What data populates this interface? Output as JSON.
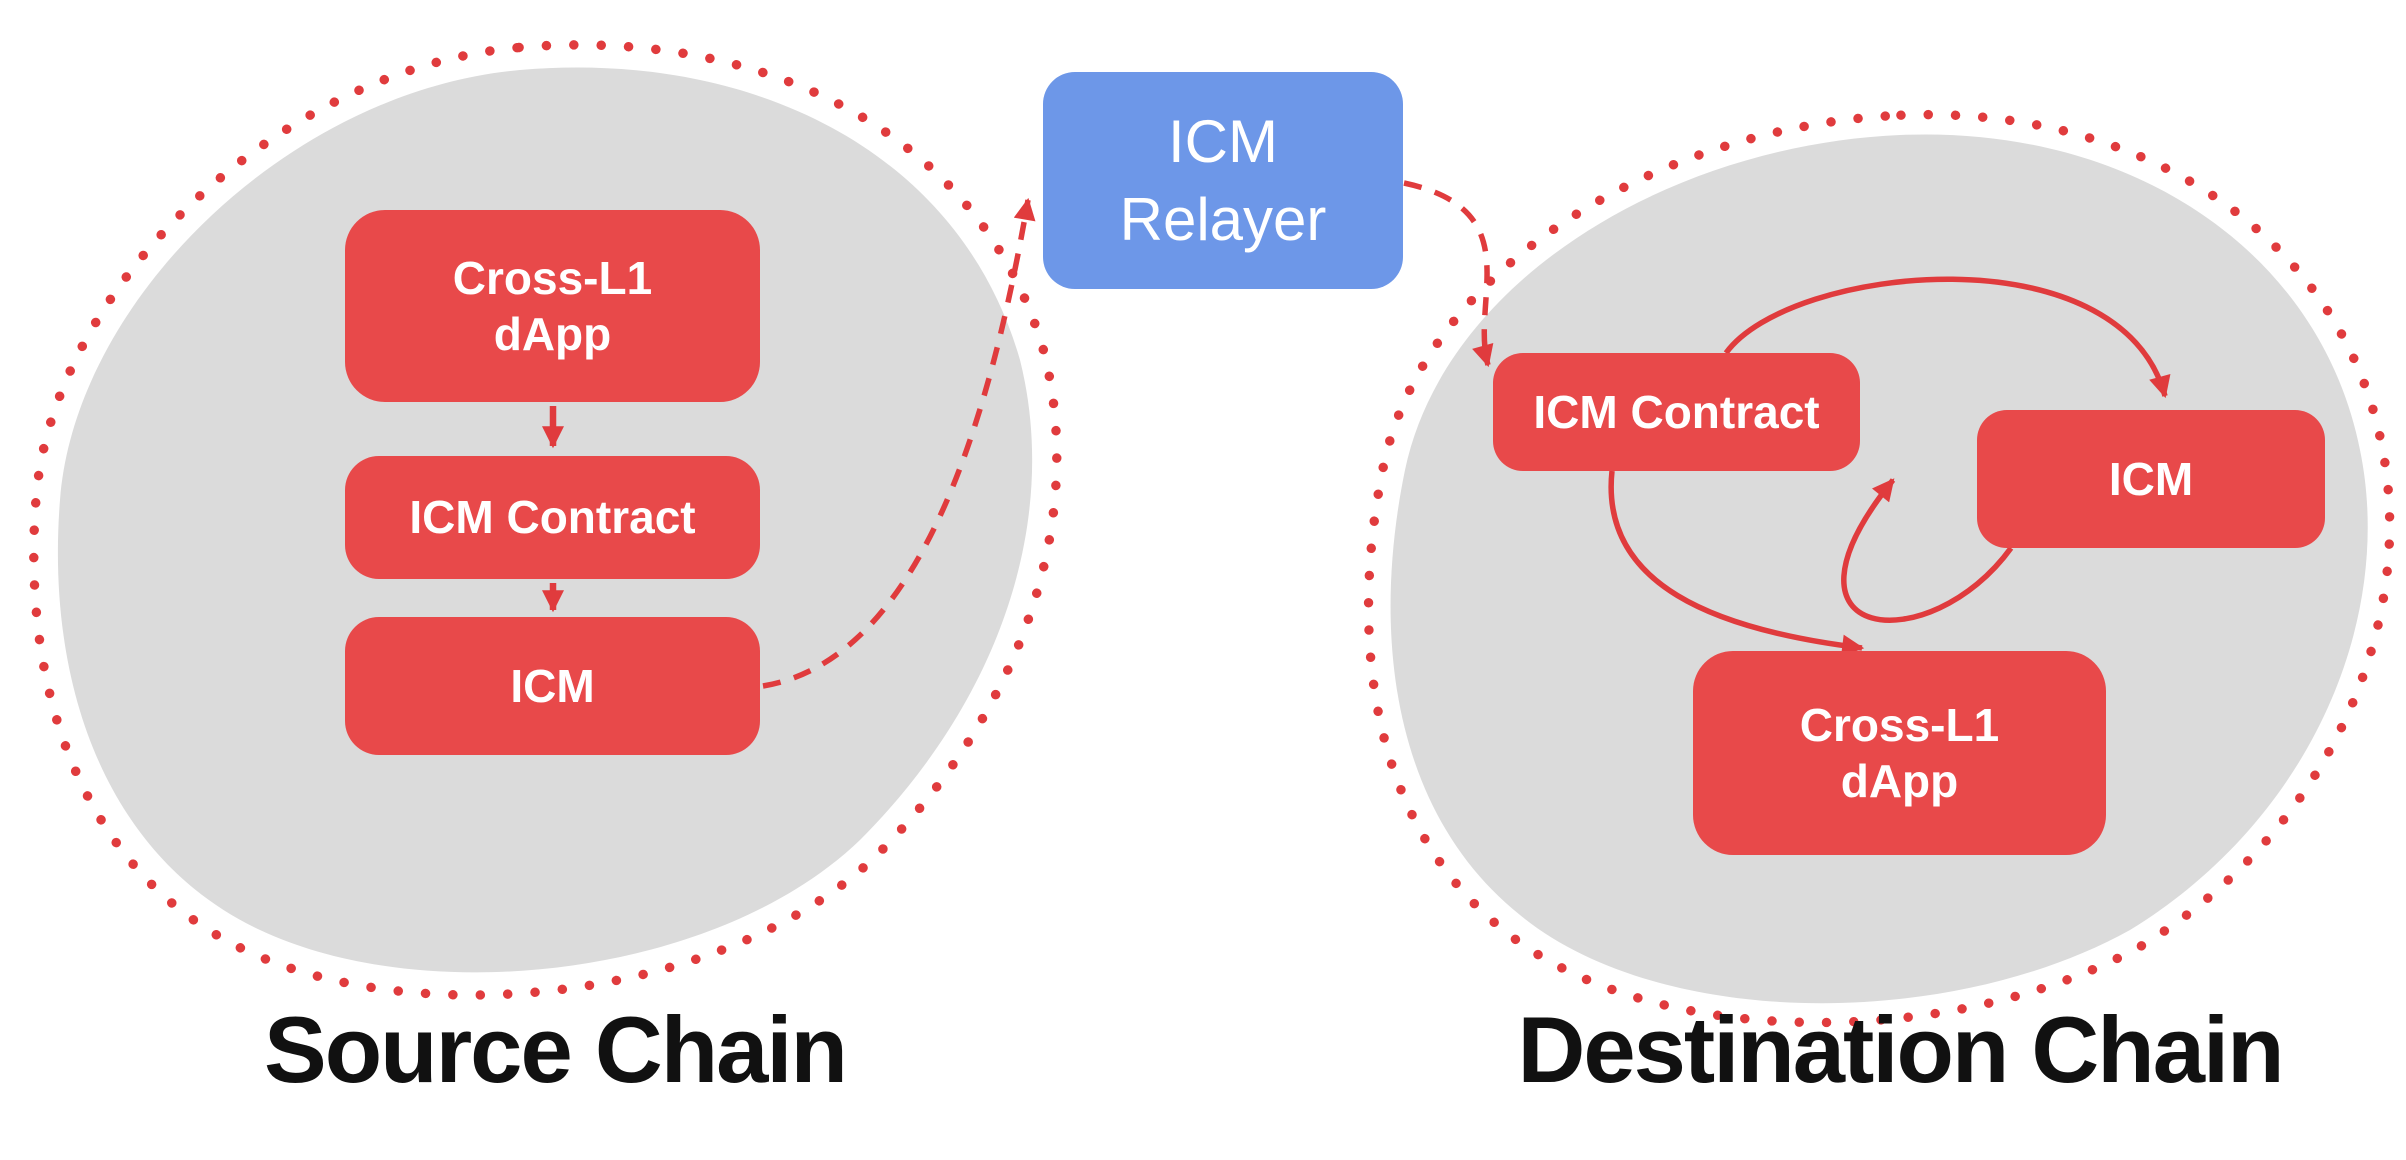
{
  "source_chain": {
    "label": "Source Chain",
    "nodes": {
      "dapp": {
        "lines": [
          "Cross-L1",
          "dApp"
        ]
      },
      "contract": {
        "label": "ICM Contract"
      },
      "icm": {
        "label": "ICM"
      }
    }
  },
  "relayer": {
    "lines": [
      "ICM",
      "Relayer"
    ]
  },
  "destination_chain": {
    "label": "Destination Chain",
    "nodes": {
      "contract": {
        "label": "ICM Contract"
      },
      "icm": {
        "label": "ICM"
      },
      "dapp": {
        "lines": [
          "Cross-L1",
          "dApp"
        ]
      }
    }
  },
  "colors": {
    "node_red": "#e8494a",
    "stroke_red": "#e03b3d",
    "relayer_blue": "#6d97e8",
    "blob_gray": "#dbdbdb",
    "label_black": "#111111"
  }
}
